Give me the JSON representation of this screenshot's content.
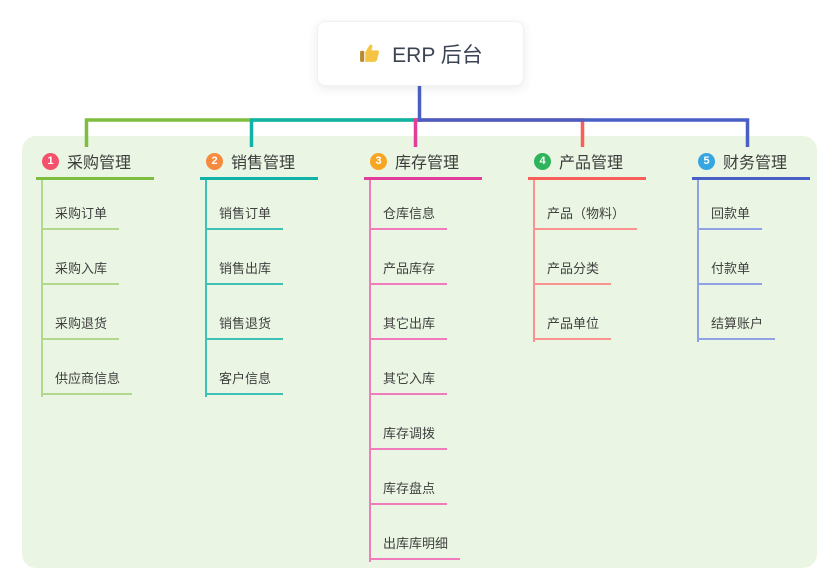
{
  "root": {
    "icon": "thumbs-up",
    "label": "ERP 后台"
  },
  "colors": {
    "panel_bg": "#eaf6e3",
    "root_stem": "#4a5fc6",
    "header_text": "#3c3c3c",
    "child_text": "#404040"
  },
  "branches": [
    {
      "num": "1",
      "label": "采购管理",
      "badge_color": "#f4516c",
      "line_color": "#7ebe3e",
      "child_line_color": "#b2d88e",
      "children": [
        "采购订单",
        "采购入库",
        "采购退货",
        "供应商信息"
      ]
    },
    {
      "num": "2",
      "label": "销售管理",
      "badge_color": "#f78b3d",
      "line_color": "#11b3a7",
      "child_line_color": "#3fc2b6",
      "children": [
        "销售订单",
        "销售出库",
        "销售退货",
        "客户信息"
      ]
    },
    {
      "num": "3",
      "label": "库存管理",
      "badge_color": "#f6a623",
      "line_color": "#e13d9b",
      "child_line_color": "#f07cbc",
      "children": [
        "仓库信息",
        "产品库存",
        "其它出库",
        "其它入库",
        "库存调拨",
        "库存盘点",
        "出库库明细"
      ]
    },
    {
      "num": "4",
      "label": "产品管理",
      "badge_color": "#2eb45b",
      "line_color": "#f75f59",
      "child_line_color": "#fa938f",
      "children": [
        "产品（物料）",
        "产品分类",
        "产品单位"
      ]
    },
    {
      "num": "5",
      "label": "财务管理",
      "badge_color": "#36a6e1",
      "line_color": "#4a5fc6",
      "child_line_color": "#91a2e4",
      "children": [
        "回款单",
        "付款单",
        "结算账户"
      ]
    }
  ]
}
